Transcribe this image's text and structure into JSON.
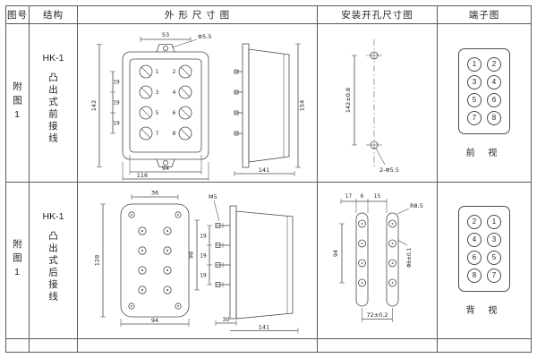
{
  "header": {
    "col_fig_no": "图号",
    "col_structure": "结构",
    "col_outline": "外 形 尺 寸 图",
    "col_mounting": "安装开孔尺寸图",
    "col_terminal": "端子图"
  },
  "rows": [
    {
      "fig_no": "附图1",
      "model": "HK-1",
      "structure": "凸出式前接线",
      "outline": {
        "dim_top": "53",
        "hole_callout": "Φ5.5",
        "dim_height": "142",
        "pitches": [
          "19",
          "19",
          "19"
        ],
        "dim_inner_width": "94",
        "dim_outer_width": "116",
        "face_numbers": [
          "1",
          "2",
          "3",
          "4",
          "5",
          "6",
          "7",
          "8"
        ],
        "side_height": "154",
        "side_width": "141"
      },
      "mounting": {
        "dim_height": "142±0.8",
        "hole_callout": "2-Φ5.5"
      },
      "terminal": {
        "grid": [
          [
            "1",
            "2"
          ],
          [
            "3",
            "4"
          ],
          [
            "5",
            "6"
          ],
          [
            "7",
            "8"
          ]
        ],
        "view_label": "前 视"
      }
    },
    {
      "fig_no": "附图1",
      "model": "HK-1",
      "structure": "凸出式后接线",
      "outline": {
        "dim_top": "36",
        "dim_height": "128",
        "dim_width": "94",
        "screw_callout": "M5",
        "pitches": [
          "19",
          "19",
          "19"
        ],
        "dim_total": "98",
        "dim_stud": "30",
        "side_width": "141"
      },
      "mounting": {
        "dim_a": "17",
        "dim_b": "6",
        "dim_c": "15",
        "radius_callout": "R8.5",
        "dim_height": "94",
        "hole_callout": "Φ6±0.1",
        "dim_width": "72±0.2"
      },
      "terminal": {
        "grid": [
          [
            "2",
            "1"
          ],
          [
            "4",
            "3"
          ],
          [
            "6",
            "5"
          ],
          [
            "8",
            "7"
          ]
        ],
        "view_label": "背 视"
      }
    }
  ]
}
